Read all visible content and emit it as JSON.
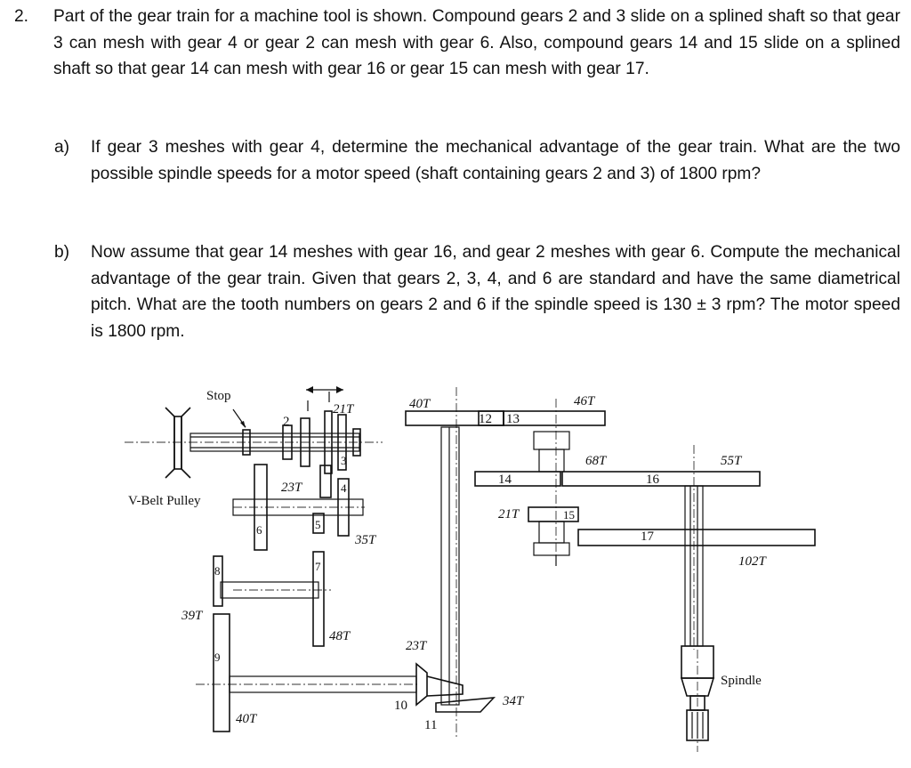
{
  "problem": {
    "number": "2.",
    "intro": "Part of the gear train for a machine tool is shown. Compound gears 2 and 3 slide on a splined shaft so that gear 3 can mesh with gear 4 or gear 2 can mesh with gear 6. Also, compound gears 14 and 15 slide on a splined shaft so that gear 14 can mesh with gear 16 or gear 15 can mesh with gear 17.",
    "part_a": {
      "label": "a)",
      "text": "If gear 3 meshes with gear 4, determine the mechanical advantage of the gear train. What are the two possible spindle speeds for a motor speed (shaft containing gears 2 and 3) of 1800 rpm?"
    },
    "part_b": {
      "label": "b)",
      "text": "Now assume that gear 14 meshes with gear 16, and gear 2 meshes with gear 6. Compute the mechanical advantage of the gear train. Given that gears 2, 3, 4, and 6 are standard and have the same diametrical pitch. What are the tooth numbers on gears 2 and 6 if the spindle speed is 130 ± 3 rpm? The motor speed is 1800 rpm."
    }
  },
  "diagram": {
    "labels": {
      "stop": "Stop",
      "v_belt_pulley": "V-Belt Pulley",
      "spindle": "Spindle",
      "g2": "2",
      "g3": "3",
      "g4": "4",
      "g5": "5",
      "g6": "6",
      "g7": "7",
      "g8": "8",
      "g9": "9",
      "g10": "10",
      "g11": "11",
      "g12": "12",
      "g13": "13",
      "g14": "14",
      "g15": "15",
      "g16": "16",
      "g17": "17",
      "t21_top": "21T",
      "t23": "23T",
      "t35": "35T",
      "t48": "48T",
      "t39": "39T",
      "t40_bottom": "40T",
      "t23_bevel": "23T",
      "t34": "34T",
      "t40_top": "40T",
      "t46": "46T",
      "t68": "68T",
      "t55": "55T",
      "t21_mid": "21T",
      "t102": "102T"
    }
  }
}
